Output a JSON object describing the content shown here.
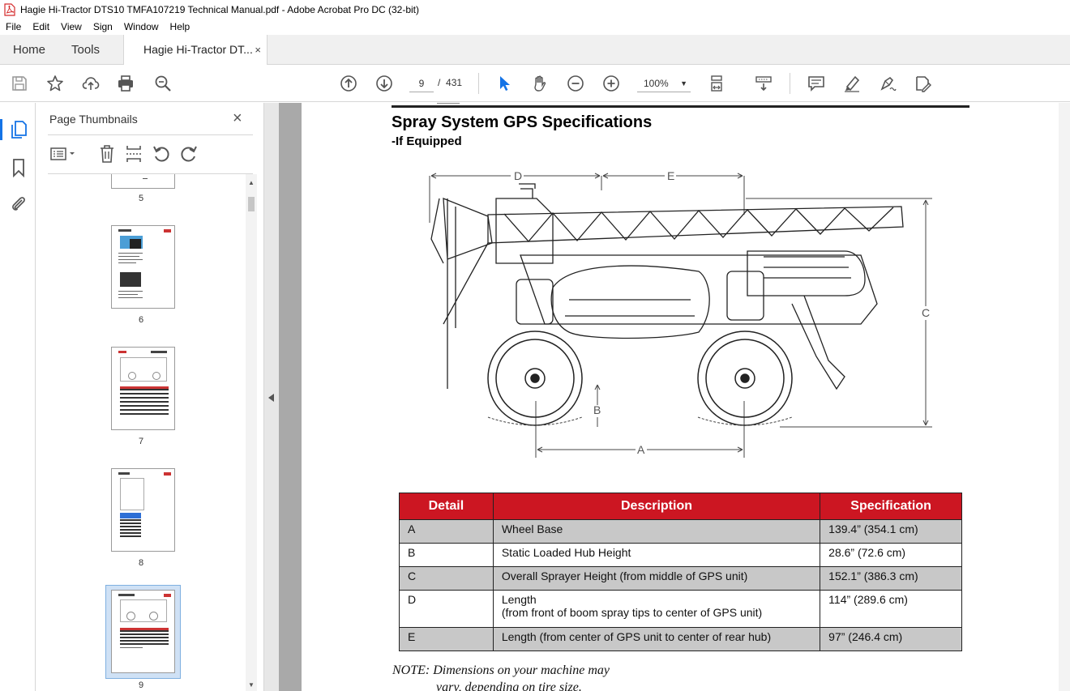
{
  "window": {
    "title": "Hagie Hi-Tractor DTS10 TMFA107219 Technical Manual.pdf - Adobe Acrobat Pro DC (32-bit)"
  },
  "menu": [
    "File",
    "Edit",
    "View",
    "Sign",
    "Window",
    "Help"
  ],
  "nav": {
    "home": "Home",
    "tools": "Tools",
    "doc_tab": "Hagie Hi-Tractor DT...",
    "doc_tab_close": "×"
  },
  "toolbar": {
    "current_page": "9",
    "page_separator": "/",
    "total_pages": "431",
    "zoom": "100%"
  },
  "thumbnails": {
    "header": "Page Thumbnails",
    "close": "×",
    "pages": [
      {
        "label": "5"
      },
      {
        "label": "6"
      },
      {
        "label": "7"
      },
      {
        "label": "8"
      },
      {
        "label": "9",
        "selected": true
      }
    ]
  },
  "document": {
    "title": "Spray System GPS Specifications",
    "subtitle": "-If Equipped",
    "diagram_labels": {
      "a": "A",
      "b": "B",
      "c": "C",
      "d": "D",
      "e": "E"
    },
    "table": {
      "headers": [
        "Detail",
        "Description",
        "Specification"
      ],
      "rows": [
        {
          "detail": "A",
          "description": "Wheel Base",
          "spec": "139.4” (354.1 cm)"
        },
        {
          "detail": "B",
          "description": "Static Loaded Hub Height",
          "spec": "28.6” (72.6 cm)"
        },
        {
          "detail": "C",
          "description": "Overall Sprayer Height (from middle of GPS unit)",
          "spec": "152.1” (386.3 cm)"
        },
        {
          "detail": "D",
          "description": "Length",
          "description2": "(from front of boom spray tips to center of GPS unit)",
          "spec": "114” (289.6 cm)"
        },
        {
          "detail": "E",
          "description": "Length (from center of GPS unit to center of rear hub)",
          "spec": "97” (246.4 cm)"
        }
      ]
    },
    "note_line1": "NOTE: Dimensions on your machine may",
    "note_line2": "vary, depending on tire size."
  },
  "colors": {
    "table_header": "#cc1622",
    "accent_blue": "#1473e6",
    "acrobat_red": "#d4292a"
  }
}
